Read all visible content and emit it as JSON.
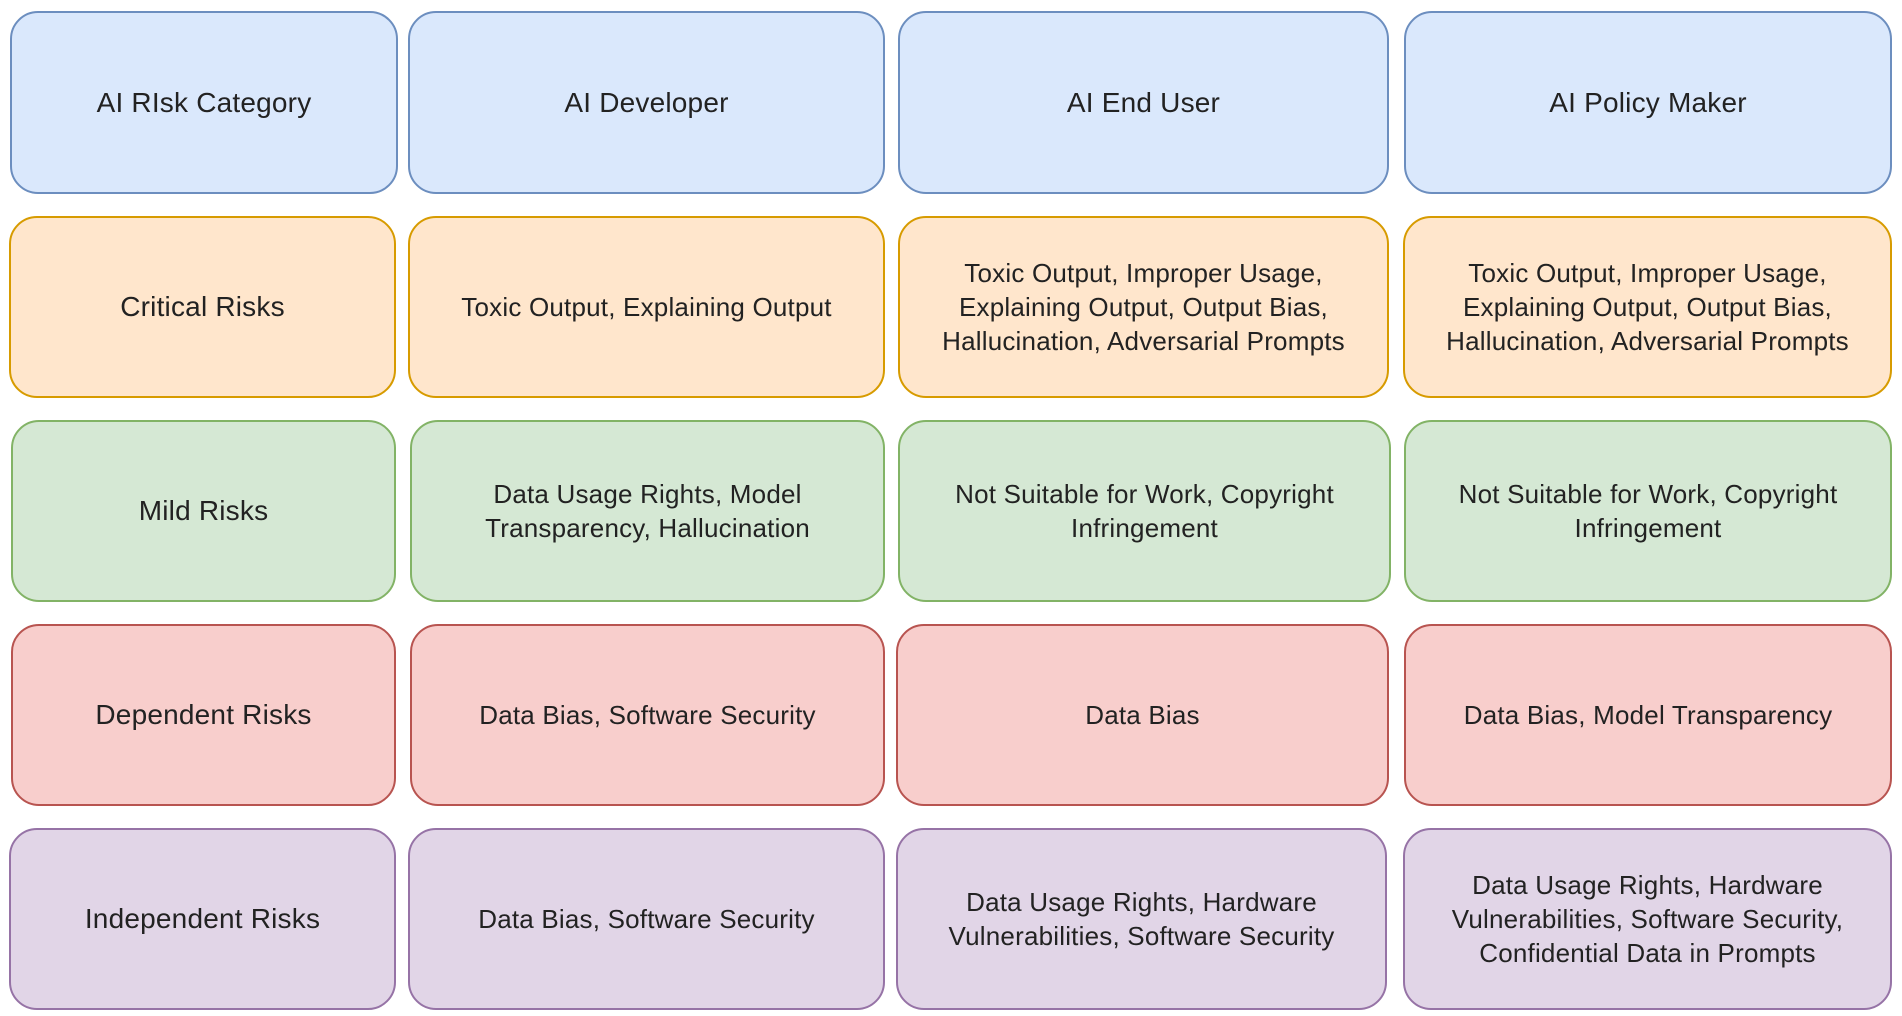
{
  "columns": {
    "category": "AI RIsk Category",
    "developer": "AI Developer",
    "end_user": "AI End User",
    "policy_maker": "AI Policy Maker"
  },
  "rows": [
    {
      "label": "Critical Risks",
      "developer": "Toxic Output, Explaining Output",
      "end_user": "Toxic Output, Improper Usage, Explaining Output, Output Bias, Hallucination, Adversarial Prompts",
      "policy_maker": "Toxic Output, Improper Usage, Explaining Output, Output Bias, Hallucination, Adversarial Prompts"
    },
    {
      "label": "Mild Risks",
      "developer": "Data Usage Rights, Model Transparency, Hallucination",
      "end_user": "Not Suitable for Work, Copyright Infringement",
      "policy_maker": "Not Suitable for Work, Copyright Infringement"
    },
    {
      "label": "Dependent Risks",
      "developer": "Data Bias, Software Security",
      "end_user": "Data Bias",
      "policy_maker": "Data Bias, Model Transparency"
    },
    {
      "label": "Independent Risks",
      "developer": "Data Bias, Software Security",
      "end_user": "Data Usage Rights, Hardware Vulnerabilities, Software Security",
      "policy_maker": "Data Usage Rights, Hardware Vulnerabilities, Software Security, Confidential Data in Prompts"
    }
  ],
  "colors": {
    "header_fill": "#dae8fc",
    "header_stroke": "#6c8ebf",
    "critical_fill": "#ffe6cc",
    "critical_stroke": "#d79b00",
    "mild_fill": "#d5e8d4",
    "mild_stroke": "#82b366",
    "dependent_fill": "#f8cecc",
    "dependent_stroke": "#b85450",
    "independent_fill": "#e1d5e7",
    "independent_stroke": "#9673a6"
  }
}
